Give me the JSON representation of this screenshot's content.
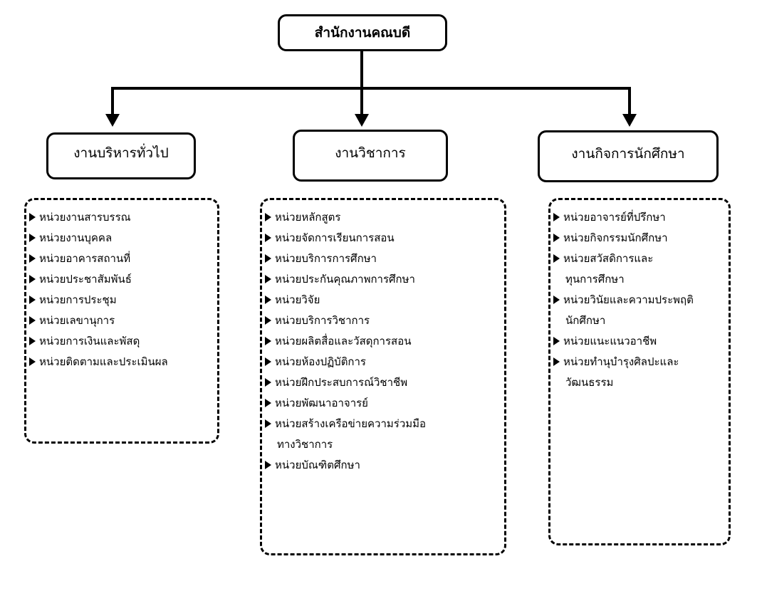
{
  "root": {
    "title": "สำนักงานคณบดี"
  },
  "groups": [
    {
      "title": "งานบริหารทั่วไป",
      "units": [
        [
          "หน่วยงานสารบรรณ"
        ],
        [
          "หน่วยงานบุคคล"
        ],
        [
          "หน่วยอาคารสถานที่"
        ],
        [
          "หน่วยประชาสัมพันธ์"
        ],
        [
          "หน่วยการประชุม"
        ],
        [
          "หน่วยเลขานุการ"
        ],
        [
          "หน่วยการเงินและพัสดุ"
        ],
        [
          "หน่วยติดตามและประเมินผล"
        ]
      ]
    },
    {
      "title": "งานวิชาการ",
      "units": [
        [
          "หน่วยหลักสูตร"
        ],
        [
          "หน่วยจัดการเรียนการสอน"
        ],
        [
          "หน่วยบริการการศึกษา"
        ],
        [
          "หน่วยประกันคุณภาพการศึกษา"
        ],
        [
          "หน่วยวิจัย"
        ],
        [
          "หน่วยบริการวิชาการ"
        ],
        [
          "หน่วยผลิตสื่อและวัสดุการสอน"
        ],
        [
          "หน่วยห้องปฏิบัติการ"
        ],
        [
          "หน่วยฝึกประสบการณ์วิชาชีพ"
        ],
        [
          "หน่วยพัฒนาอาจารย์"
        ],
        [
          "หน่วยสร้างเครือข่ายความร่วมมือ",
          "ทางวิชาการ"
        ],
        [
          "หน่วยบัณฑิตศึกษา"
        ]
      ]
    },
    {
      "title": "งานกิจการนักศึกษา",
      "units": [
        [
          "หน่วยอาจารย์ที่ปรึกษา"
        ],
        [
          "หน่วยกิจกรรมนักศึกษา"
        ],
        [
          "หน่วยสวัสดิการและ",
          "ทุนการศึกษา"
        ],
        [
          "หน่วยวินัยและความประพฤติ",
          "นักศึกษา"
        ],
        [
          "หน่วยแนะแนวอาชีพ"
        ],
        [
          "หน่วยทำนุบำรุงศิลปะและ",
          "วัฒนธรรม"
        ]
      ]
    }
  ]
}
